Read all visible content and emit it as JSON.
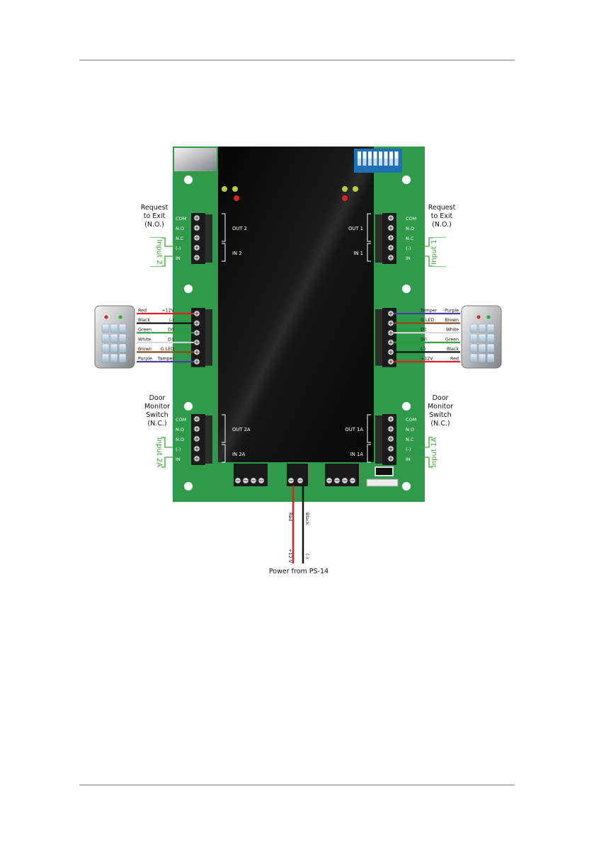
{
  "labels": {
    "rte_left": [
      "Request",
      "to Exit",
      "(N.O.)"
    ],
    "rte_right": [
      "Request",
      "to Exit",
      "(N.O.)"
    ],
    "input2": "Input 2",
    "input1": "Input 1",
    "dms_left": [
      "Door",
      "Monitor",
      "Switch",
      "(N.C.)"
    ],
    "dms_right": [
      "Door",
      "Monitor",
      "Switch",
      "(N.C.)"
    ],
    "input2a": "Input 2A",
    "input1a": "Input 1A",
    "power": "Power from PS-14"
  },
  "left_top_terminals": {
    "pins": [
      "COM",
      "N.O",
      "N.C",
      "(-)",
      "IN"
    ],
    "out": "OUT 2",
    "in": "IN 2"
  },
  "right_top_terminals": {
    "pins": [
      "COM",
      "N.O",
      "N.C",
      "(-)",
      "IN"
    ],
    "out": "OUT 1",
    "in": "IN 1"
  },
  "left_bottom_terminals": {
    "pins": [
      "COM",
      "N.O",
      "N.O",
      "(-)",
      "IN"
    ],
    "out": "OUT 2A",
    "in": "IN 2A"
  },
  "right_bottom_terminals": {
    "pins": [
      "COM",
      "N.O",
      "N.C",
      "(-)",
      "IN"
    ],
    "out": "OUT 1A",
    "in": "IN 1A"
  },
  "left_reader_wires": [
    {
      "color_name": "Red",
      "signal": "+12V",
      "hex": "#e31e24"
    },
    {
      "color_name": "Black",
      "signal": "(-)",
      "hex": "#111111"
    },
    {
      "color_name": "Green",
      "signal": "D0",
      "hex": "#2a9d3a"
    },
    {
      "color_name": "White",
      "signal": "D1",
      "hex": "#d8d8d8"
    },
    {
      "color_name": "Brown",
      "signal": "G.LED",
      "hex": "#8b4a1c"
    },
    {
      "color_name": "Purple",
      "signal": "Tamper",
      "hex": "#4b3aa8"
    }
  ],
  "right_reader_wires": [
    {
      "color_name": "Purple",
      "signal": "Tamper",
      "hex": "#4b3aa8"
    },
    {
      "color_name": "Brown",
      "signal": "G.LED",
      "hex": "#8b4a1c"
    },
    {
      "color_name": "White",
      "signal": "D1",
      "hex": "#d8d8d8"
    },
    {
      "color_name": "Green",
      "signal": "D0",
      "hex": "#2a9d3a"
    },
    {
      "color_name": "Black",
      "signal": "(-)",
      "hex": "#111111"
    },
    {
      "color_name": "Red",
      "signal": "+12V",
      "hex": "#e31e24"
    }
  ],
  "power_wires": [
    {
      "color_name": "Red",
      "signal": "+12 V",
      "hex": "#e31e24"
    },
    {
      "color_name": "Black",
      "signal": "(-)",
      "hex": "#111111"
    }
  ],
  "colors": {
    "board_green": "#2e9a4a",
    "board_dark": "#111111",
    "label_green": "#3aa635",
    "accent_blue": "#1f6fb5"
  }
}
